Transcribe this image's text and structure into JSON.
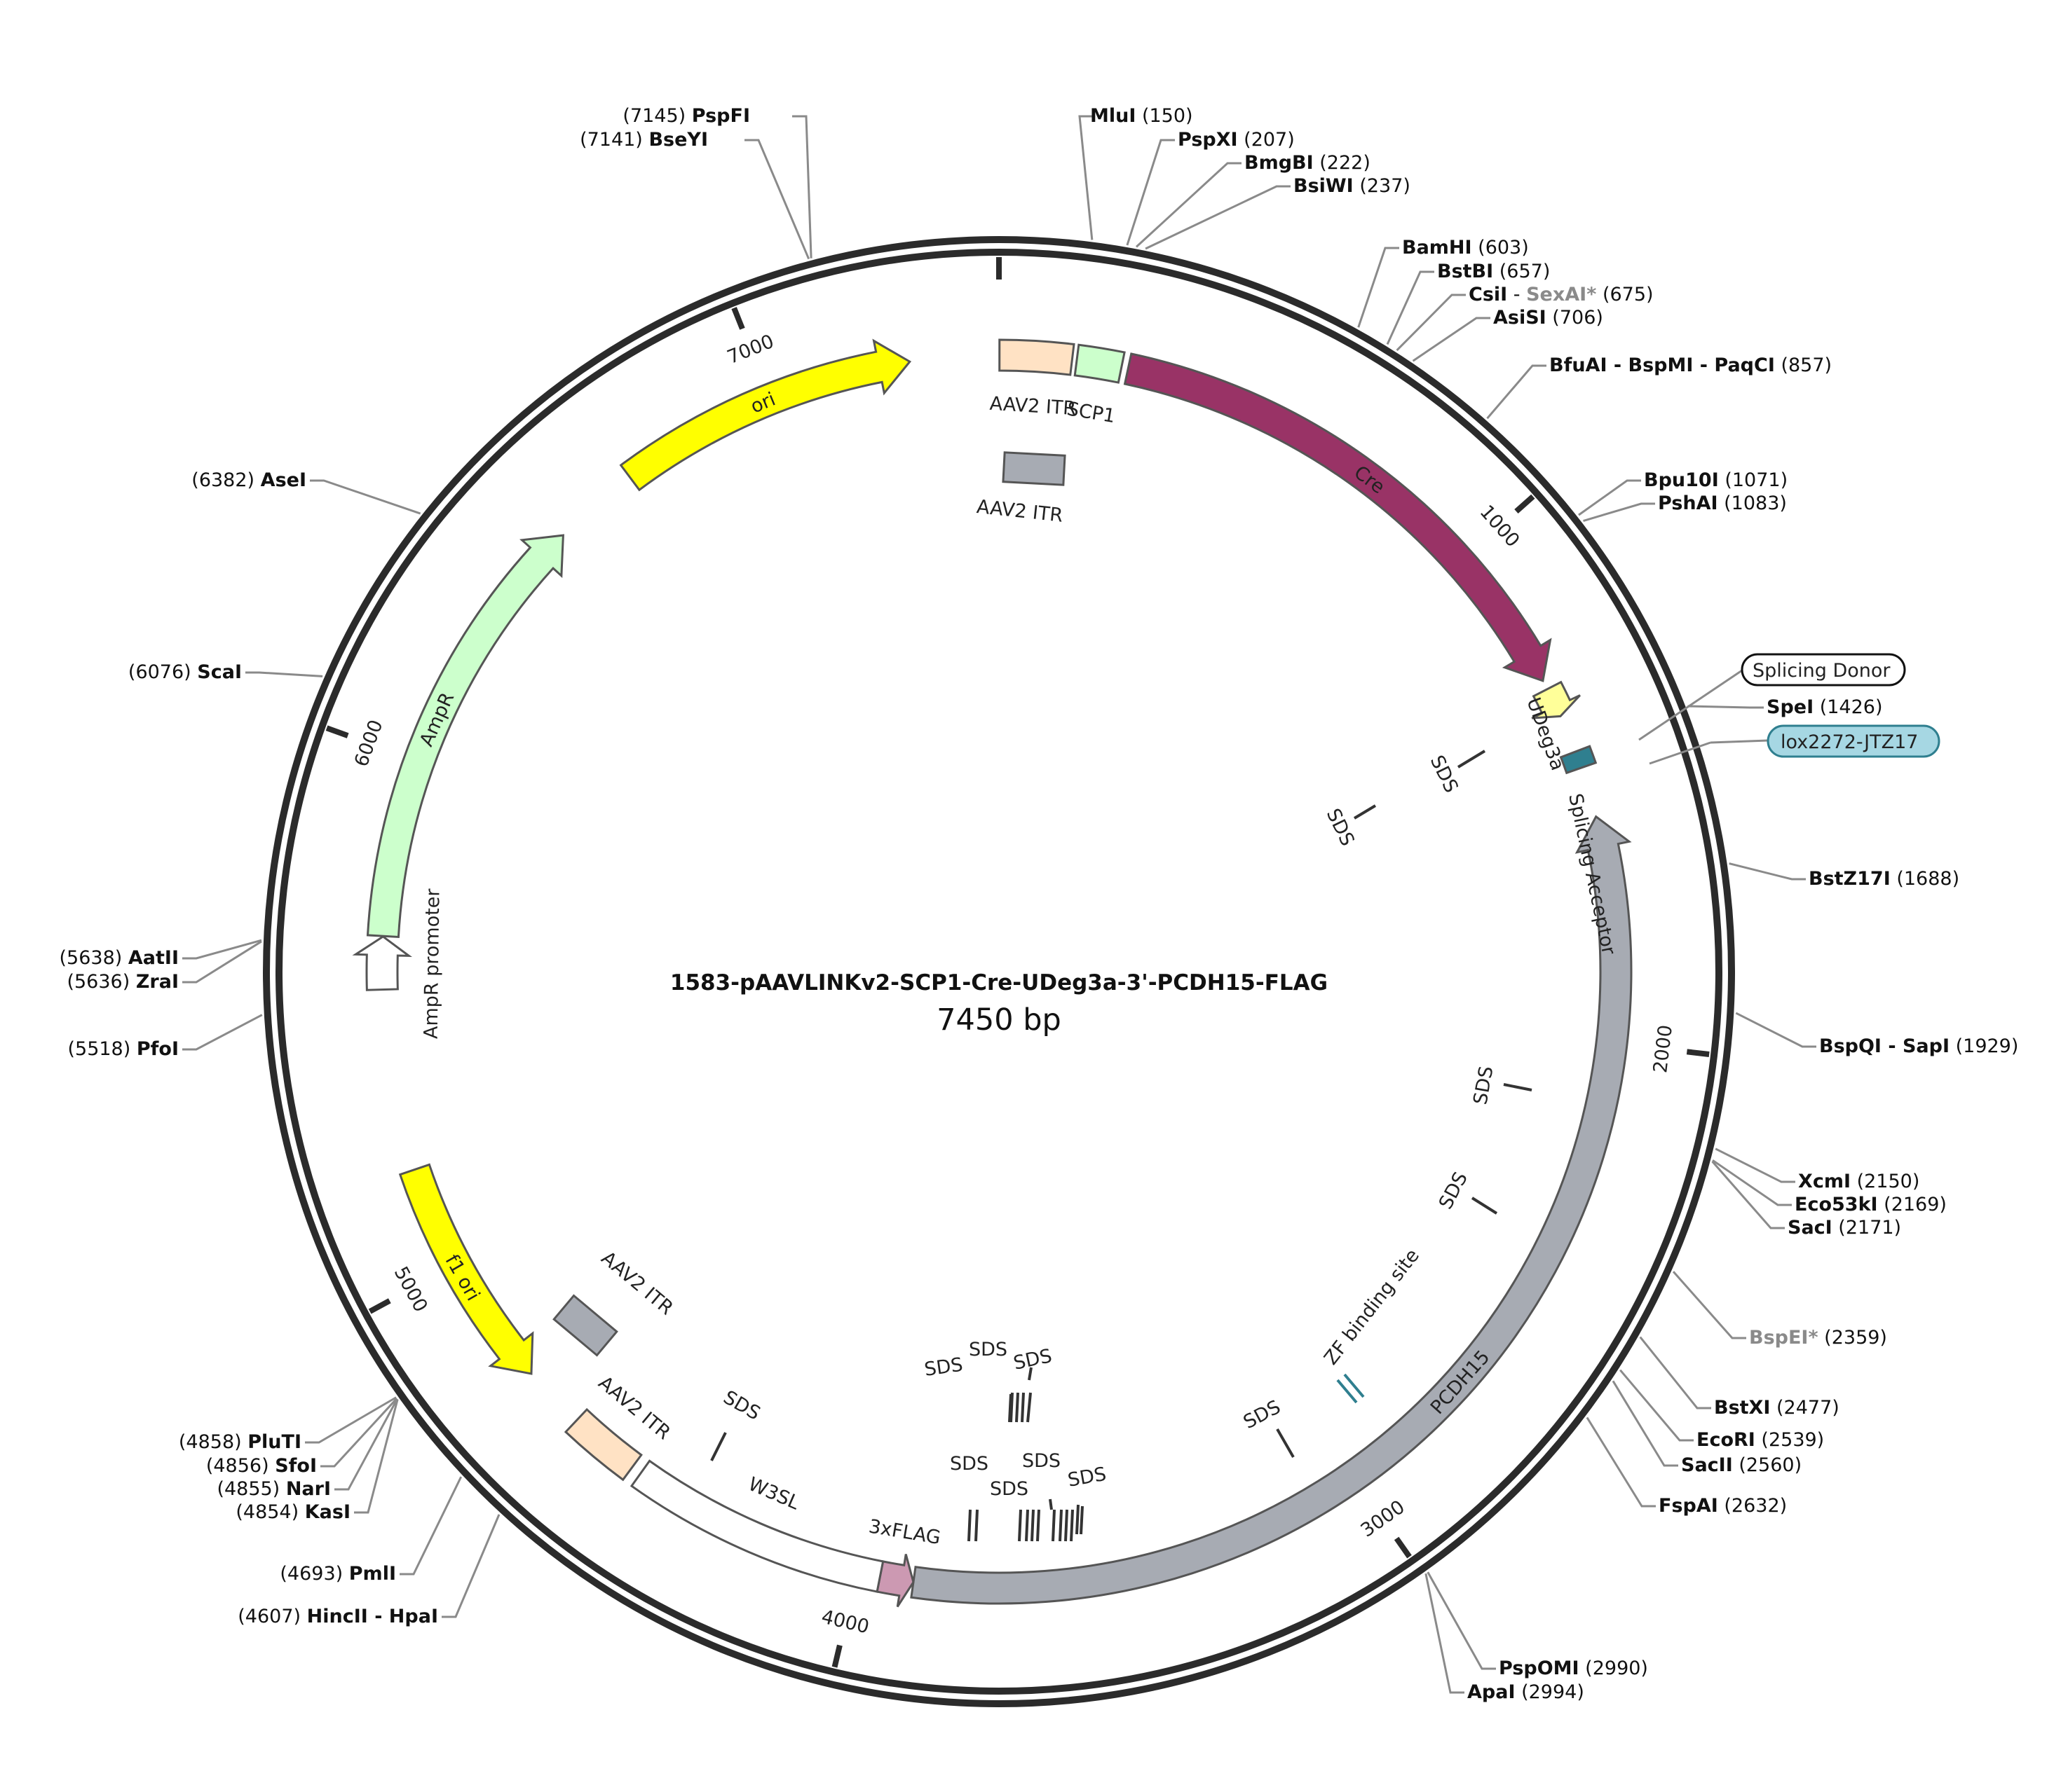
{
  "plasmid": {
    "name": "1583-pAAVLINKv2-SCP1-Cre-UDeg3a-3'-PCDH15-FLAG",
    "length_label": "7450 bp",
    "length": 7450
  },
  "ticks": [
    {
      "pos": 0,
      "label": ""
    },
    {
      "pos": 1000,
      "label": "1000"
    },
    {
      "pos": 2000,
      "label": "2000"
    },
    {
      "pos": 3000,
      "label": "3000"
    },
    {
      "pos": 4000,
      "label": "4000"
    },
    {
      "pos": 5000,
      "label": "5000"
    },
    {
      "pos": 6000,
      "label": "6000"
    },
    {
      "pos": 7000,
      "label": "7000"
    }
  ],
  "enzymes": [
    {
      "id": "psPFI",
      "site": 7145,
      "parts": [
        {
          "t": "PspFI"
        }
      ],
      "pos_label": "(7145)",
      "side": "left"
    },
    {
      "id": "bseYI",
      "site": 7141,
      "parts": [
        {
          "t": "BseYI"
        }
      ],
      "pos_label": "(7141)",
      "side": "left"
    },
    {
      "id": "mluI",
      "site": 150,
      "parts": [
        {
          "t": "MluI"
        }
      ],
      "pos_label": "(150)",
      "side": "right"
    },
    {
      "id": "pspXI",
      "site": 207,
      "parts": [
        {
          "t": "PspXI"
        }
      ],
      "pos_label": "(207)",
      "side": "right"
    },
    {
      "id": "bmgBI",
      "site": 222,
      "parts": [
        {
          "t": "BmgBI"
        }
      ],
      "pos_label": "(222)",
      "side": "right"
    },
    {
      "id": "bsiWI",
      "site": 237,
      "parts": [
        {
          "t": "BsiWI"
        }
      ],
      "pos_label": "(237)",
      "side": "right"
    },
    {
      "id": "bamHI",
      "site": 603,
      "parts": [
        {
          "t": "BamHI"
        }
      ],
      "pos_label": "(603)",
      "side": "right"
    },
    {
      "id": "bstBI",
      "site": 657,
      "parts": [
        {
          "t": "BstBI"
        }
      ],
      "pos_label": "(657)",
      "side": "right"
    },
    {
      "id": "csiI",
      "site": 675,
      "parts": [
        {
          "t": "CsiI"
        },
        {
          "t": " - ",
          "plain": true
        },
        {
          "t": "SexAI*",
          "gray": true
        }
      ],
      "pos_label": "(675)",
      "side": "right"
    },
    {
      "id": "asiSI",
      "site": 706,
      "parts": [
        {
          "t": "AsiSI"
        }
      ],
      "pos_label": "(706)",
      "side": "right"
    },
    {
      "id": "bfuAI",
      "site": 857,
      "parts": [
        {
          "t": "BfuAI - BspMI - PaqCI"
        }
      ],
      "pos_label": "(857)",
      "side": "right"
    },
    {
      "id": "bpu10I",
      "site": 1071,
      "parts": [
        {
          "t": "Bpu10I"
        }
      ],
      "pos_label": "(1071)",
      "side": "right"
    },
    {
      "id": "pshAI",
      "site": 1083,
      "parts": [
        {
          "t": "PshAI"
        }
      ],
      "pos_label": "(1083)",
      "side": "right"
    },
    {
      "id": "speI",
      "site": 1426,
      "parts": [
        {
          "t": "SpeI"
        }
      ],
      "pos_label": "(1426)",
      "side": "right"
    },
    {
      "id": "bstZ17I",
      "site": 1688,
      "parts": [
        {
          "t": "BstZ17I"
        }
      ],
      "pos_label": "(1688)",
      "side": "right"
    },
    {
      "id": "bspQI",
      "site": 1929,
      "parts": [
        {
          "t": "BspQI - SapI"
        }
      ],
      "pos_label": "(1929)",
      "side": "right"
    },
    {
      "id": "xcmI",
      "site": 2150,
      "parts": [
        {
          "t": "XcmI"
        }
      ],
      "pos_label": "(2150)",
      "side": "right"
    },
    {
      "id": "eco53kI",
      "site": 2169,
      "parts": [
        {
          "t": "Eco53kI"
        }
      ],
      "pos_label": "(2169)",
      "side": "right"
    },
    {
      "id": "sacI",
      "site": 2171,
      "parts": [
        {
          "t": "SacI"
        }
      ],
      "pos_label": "(2171)",
      "side": "right"
    },
    {
      "id": "bspEI",
      "site": 2359,
      "parts": [
        {
          "t": "BspEI*",
          "gray": true
        }
      ],
      "pos_label": "(2359)",
      "side": "right"
    },
    {
      "id": "bstXI",
      "site": 2477,
      "parts": [
        {
          "t": "BstXI"
        }
      ],
      "pos_label": "(2477)",
      "side": "right"
    },
    {
      "id": "ecoRI",
      "site": 2539,
      "parts": [
        {
          "t": "EcoRI"
        }
      ],
      "pos_label": "(2539)",
      "side": "right"
    },
    {
      "id": "sacII",
      "site": 2560,
      "parts": [
        {
          "t": "SacII"
        }
      ],
      "pos_label": "(2560)",
      "side": "right"
    },
    {
      "id": "fspAI",
      "site": 2632,
      "parts": [
        {
          "t": "FspAI"
        }
      ],
      "pos_label": "(2632)",
      "side": "right"
    },
    {
      "id": "pspOMI",
      "site": 2990,
      "parts": [
        {
          "t": "PspOMI"
        }
      ],
      "pos_label": "(2990)",
      "side": "right"
    },
    {
      "id": "apaI",
      "site": 2994,
      "parts": [
        {
          "t": "ApaI"
        }
      ],
      "pos_label": "(2994)",
      "side": "right"
    },
    {
      "id": "hincII",
      "site": 4607,
      "parts": [
        {
          "t": "HincII - HpaI"
        }
      ],
      "pos_label": "(4607)",
      "side": "left"
    },
    {
      "id": "pmlI",
      "site": 4693,
      "parts": [
        {
          "t": "PmlI"
        }
      ],
      "pos_label": "(4693)",
      "side": "left"
    },
    {
      "id": "kasI",
      "site": 4854,
      "parts": [
        {
          "t": "KasI"
        }
      ],
      "pos_label": "(4854)",
      "side": "left"
    },
    {
      "id": "narI",
      "site": 4855,
      "parts": [
        {
          "t": "NarI"
        }
      ],
      "pos_label": "(4855)",
      "side": "left"
    },
    {
      "id": "sfoI",
      "site": 4856,
      "parts": [
        {
          "t": "SfoI"
        }
      ],
      "pos_label": "(4856)",
      "side": "left"
    },
    {
      "id": "pluTI",
      "site": 4858,
      "parts": [
        {
          "t": "PluTI"
        }
      ],
      "pos_label": "(4858)",
      "side": "left"
    },
    {
      "id": "pfoI",
      "site": 5518,
      "parts": [
        {
          "t": "PfoI"
        }
      ],
      "pos_label": "(5518)",
      "side": "left"
    },
    {
      "id": "zraI",
      "site": 5636,
      "parts": [
        {
          "t": "ZraI"
        }
      ],
      "pos_label": "(5636)",
      "side": "left"
    },
    {
      "id": "aatII",
      "site": 5638,
      "parts": [
        {
          "t": "AatII"
        }
      ],
      "pos_label": "(5638)",
      "side": "left"
    },
    {
      "id": "scaI",
      "site": 6076,
      "parts": [
        {
          "t": "ScaI"
        }
      ],
      "pos_label": "(6076)",
      "side": "left"
    },
    {
      "id": "aseI",
      "site": 6382,
      "parts": [
        {
          "t": "AseI"
        }
      ],
      "pos_label": "(6382)",
      "side": "left"
    }
  ],
  "features": [
    {
      "id": "ori",
      "label": "ori",
      "start": 6690,
      "end": 7278,
      "dir": "cw",
      "color": "#ffff00",
      "type": "arrow"
    },
    {
      "id": "aav2itr_top",
      "label": "AAV2 ITR",
      "start": 1,
      "end": 141,
      "dir": "none",
      "color": "#ffe2c4",
      "type": "box"
    },
    {
      "id": "scp1",
      "label": "SCP1",
      "start": 150,
      "end": 237,
      "dir": "none",
      "color": "#ccffcc",
      "type": "box"
    },
    {
      "id": "cre",
      "label": "Cre",
      "start": 250,
      "end": 1280,
      "dir": "cw",
      "color": "#993366",
      "type": "arrow"
    },
    {
      "id": "udeg3a",
      "label": "UDeg3a",
      "start": 1298,
      "end": 1356,
      "dir": "cw",
      "color": "#ffff99",
      "type": "arrow"
    },
    {
      "id": "lox",
      "label": "lox2272-JTZ17",
      "start": 1430,
      "end": 1463,
      "dir": "none",
      "color": "#2f7f8f",
      "type": "box"
    },
    {
      "id": "pcdh15",
      "label": "PCDH15",
      "start": 1561,
      "end": 3890,
      "dir": "ccw",
      "color": "#a7abb3",
      "type": "arrow"
    },
    {
      "id": "flag",
      "label": "3xFLAG",
      "start": 3890,
      "end": 3955,
      "dir": "ccw",
      "color": "#cc99b2",
      "type": "arrow"
    },
    {
      "id": "w3sl",
      "label": "W3SL",
      "start": 3955,
      "end": 4460,
      "dir": "none",
      "color": "#ffffff",
      "type": "box"
    },
    {
      "id": "aav2itr_bot",
      "label": "AAV2 ITR",
      "start": 4480,
      "end": 4620,
      "dir": "none",
      "color": "#ffe2c4",
      "type": "box"
    },
    {
      "id": "f1ori",
      "label": "f1 ori",
      "start": 4745,
      "end": 5200,
      "dir": "ccw",
      "color": "#ffff00",
      "type": "arrow"
    },
    {
      "id": "amprpromoter",
      "label": "AmpR promoter",
      "start": 5553,
      "end": 5655,
      "dir": "cw",
      "color": "#ffffff",
      "type": "arrow"
    },
    {
      "id": "ampr",
      "label": "AmpR",
      "start": 5656,
      "end": 6520,
      "dir": "cw",
      "color": "#ccffcc",
      "type": "arrow"
    }
  ],
  "extras": {
    "splicing_donor": "Splicing Donor",
    "splicing_acceptor": "Splicing Acceptor",
    "zf_binding": "ZF binding site",
    "aav2itr_inner_top": "AAV2 ITR",
    "aav2itr_inner_bottom": "AAV2 ITR",
    "sds": "SDS"
  },
  "colors": {
    "backbone": "#2b2b2b",
    "lead": "#8a8a8a",
    "inner_itr": "#a7abb3",
    "lox_tag": "#a6d7e3"
  }
}
